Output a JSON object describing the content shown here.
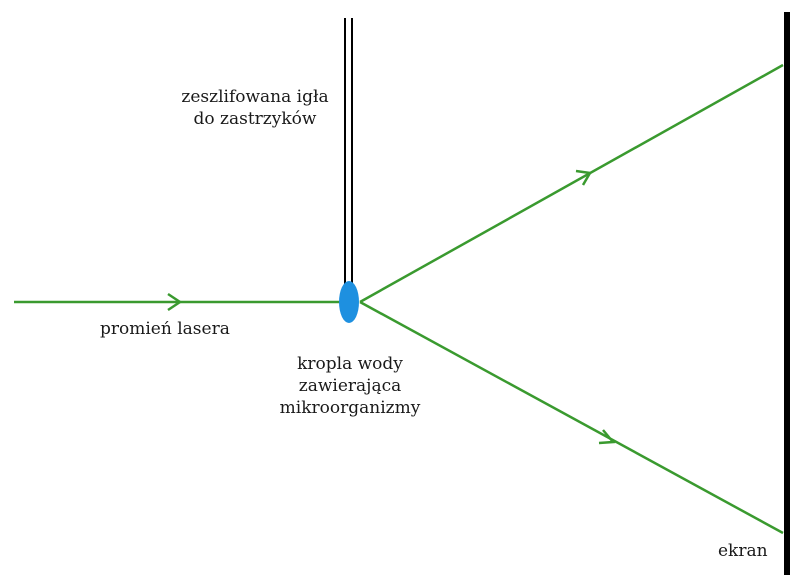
{
  "labels": {
    "needle": [
      "zeszlifowana igła",
      "do zastrzyków"
    ],
    "drop": [
      "kropla wody",
      "zawierająca",
      "mikroorganizmy"
    ],
    "laser": "promień lasera",
    "screen": "ekran"
  },
  "colors": {
    "beam": "#3a9a2f",
    "drop": "#1e90e0",
    "needle": "#000000",
    "screen": "#000000",
    "text": "#1a1a1a",
    "background": "#ffffff"
  }
}
